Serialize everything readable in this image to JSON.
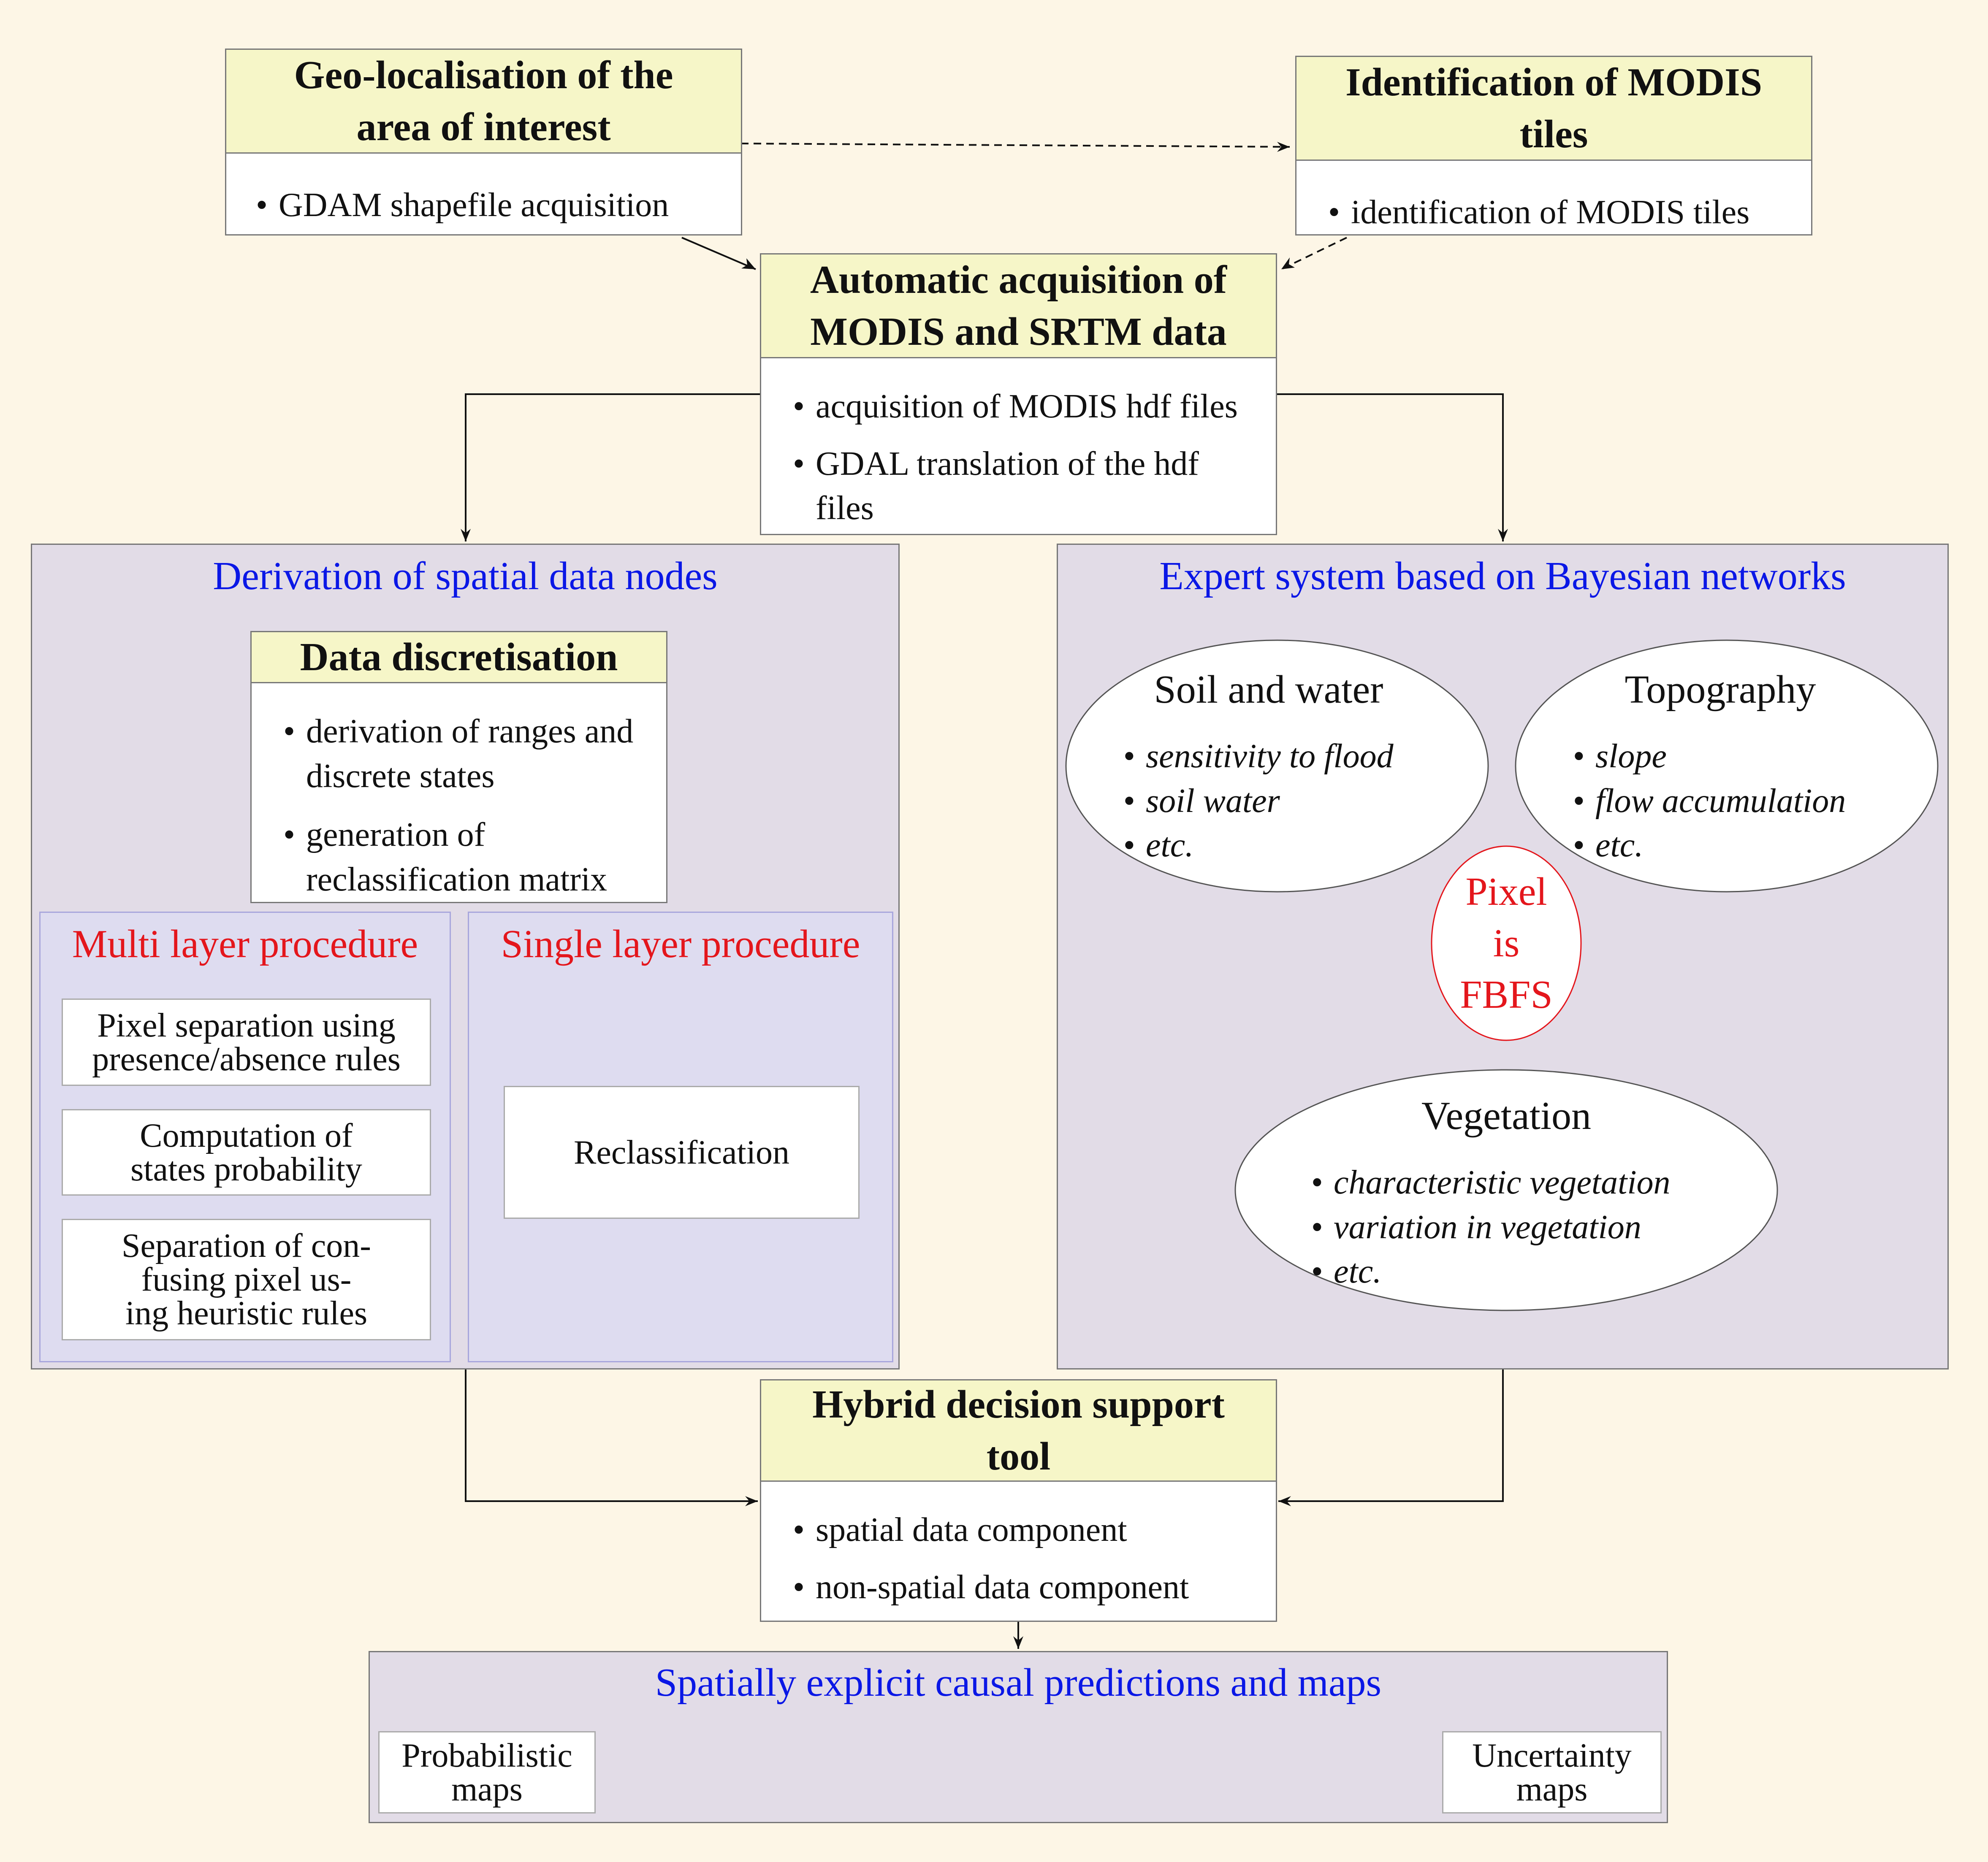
{
  "geo": {
    "title": [
      "Geo-localisation of the",
      "area of interest"
    ],
    "items": [
      "GDAM shapefile acquisition"
    ]
  },
  "modis_tiles": {
    "title": [
      "Identification of MODIS",
      "tiles"
    ],
    "items": [
      "identification of MODIS tiles"
    ]
  },
  "acquisition": {
    "title": [
      "Automatic acquisition of",
      "MODIS and SRTM data"
    ],
    "items": [
      "acquisition of MODIS hdf files",
      "GDAL translation of the hdf",
      "files"
    ]
  },
  "derivation": {
    "title": "Derivation of spatial data nodes"
  },
  "discretisation": {
    "title": "Data discretisation",
    "items": [
      "derivation of ranges and",
      "discrete states",
      "generation of",
      "reclassification matrix"
    ]
  },
  "multi": {
    "title": "Multi layer procedure",
    "steps": [
      [
        "Pixel separation using",
        "presence/absence rules"
      ],
      [
        "Computation of",
        "states probability"
      ],
      [
        "Separation of con-",
        "fusing pixel us-",
        "ing heuristic rules"
      ]
    ]
  },
  "single": {
    "title": "Single layer procedure",
    "step": "Reclassification"
  },
  "expert": {
    "title": "Expert system based on Bayesian networks",
    "soil": {
      "title": "Soil and water",
      "items": [
        "sensitivity to flood",
        "soil water",
        "etc."
      ]
    },
    "topo": {
      "title": "Topography",
      "items": [
        "slope",
        "flow accumulation",
        "etc."
      ]
    },
    "veg": {
      "title": "Vegetation",
      "items": [
        "characteristic vegetation",
        "variation in vegetation",
        "etc."
      ]
    },
    "pixel": [
      "Pixel",
      "is",
      "FBFS"
    ]
  },
  "hybrid": {
    "title": [
      "Hybrid decision support",
      "tool"
    ],
    "items": [
      "spatial data component",
      "non-spatial data component"
    ]
  },
  "maps": {
    "title": "Spatially explicit causal predictions and maps",
    "prob": [
      "Probabilistic",
      "maps"
    ],
    "unc": [
      "Uncertainty",
      "maps"
    ]
  },
  "colors": {
    "background": "#fdf6e6",
    "header": "#f6f6c8",
    "panel": "#e2dce7",
    "subpanel": "#dedcf0",
    "blue_title": "#0a17e6",
    "red_title": "#e4161c"
  }
}
